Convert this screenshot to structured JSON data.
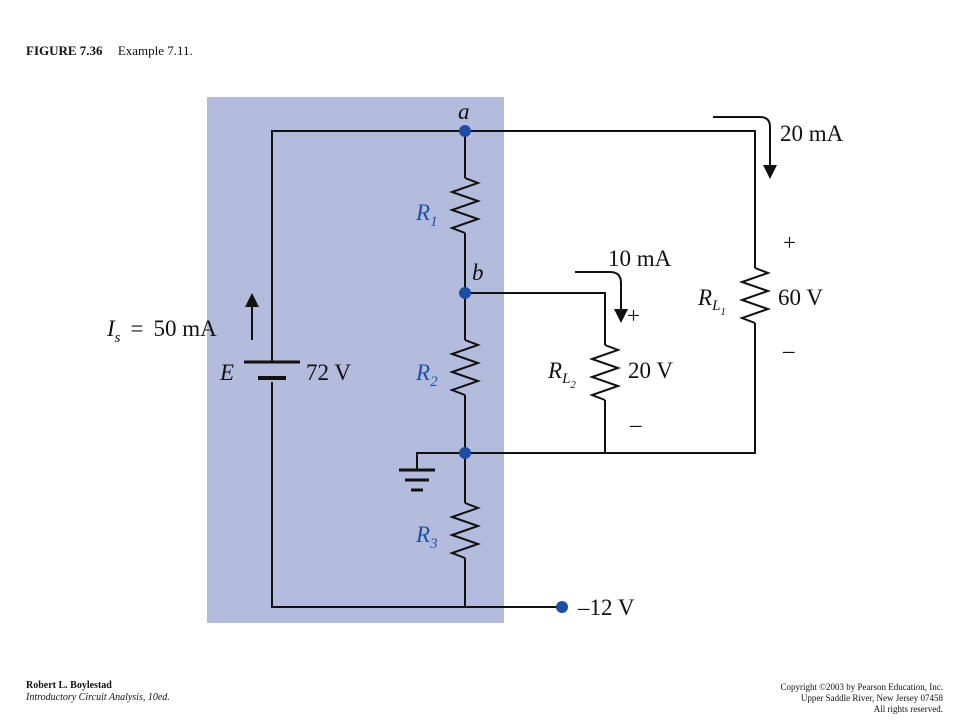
{
  "header": {
    "figure_label": "FIGURE 7.36",
    "caption": "Example 7.11."
  },
  "footer": {
    "author": "Robert L. Boylestad",
    "book": "Introductory Circuit Analysis, 10ed.",
    "copyright_lines": [
      "Copyright ©2003 by Pearson Education, Inc.",
      "Upper Saddle River, New Jersey 07458",
      "All rights reserved."
    ]
  },
  "circuit": {
    "node_a": "a",
    "node_b": "b",
    "source": {
      "name": "E",
      "value": "72 V"
    },
    "source_current": {
      "symbol": "I",
      "sub": "s",
      "eq": "=",
      "value": "50 mA"
    },
    "r1": {
      "base": "R",
      "sub": "1"
    },
    "r2": {
      "base": "R",
      "sub": "2"
    },
    "r3": {
      "base": "R",
      "sub": "3"
    },
    "rl1": {
      "base": "R",
      "sub": "L",
      "subsub": "1",
      "voltage": "60 V",
      "current": "20 mA",
      "plus": "+",
      "minus": "–"
    },
    "rl2": {
      "base": "R",
      "sub": "L",
      "subsub": "2",
      "voltage": "20 V",
      "current": "10 mA",
      "plus": "+",
      "minus": "–"
    },
    "output": "–12 V",
    "colors": {
      "shade": "#b3bcdc",
      "node": "#1d4ea3",
      "wire": "#111111"
    }
  }
}
